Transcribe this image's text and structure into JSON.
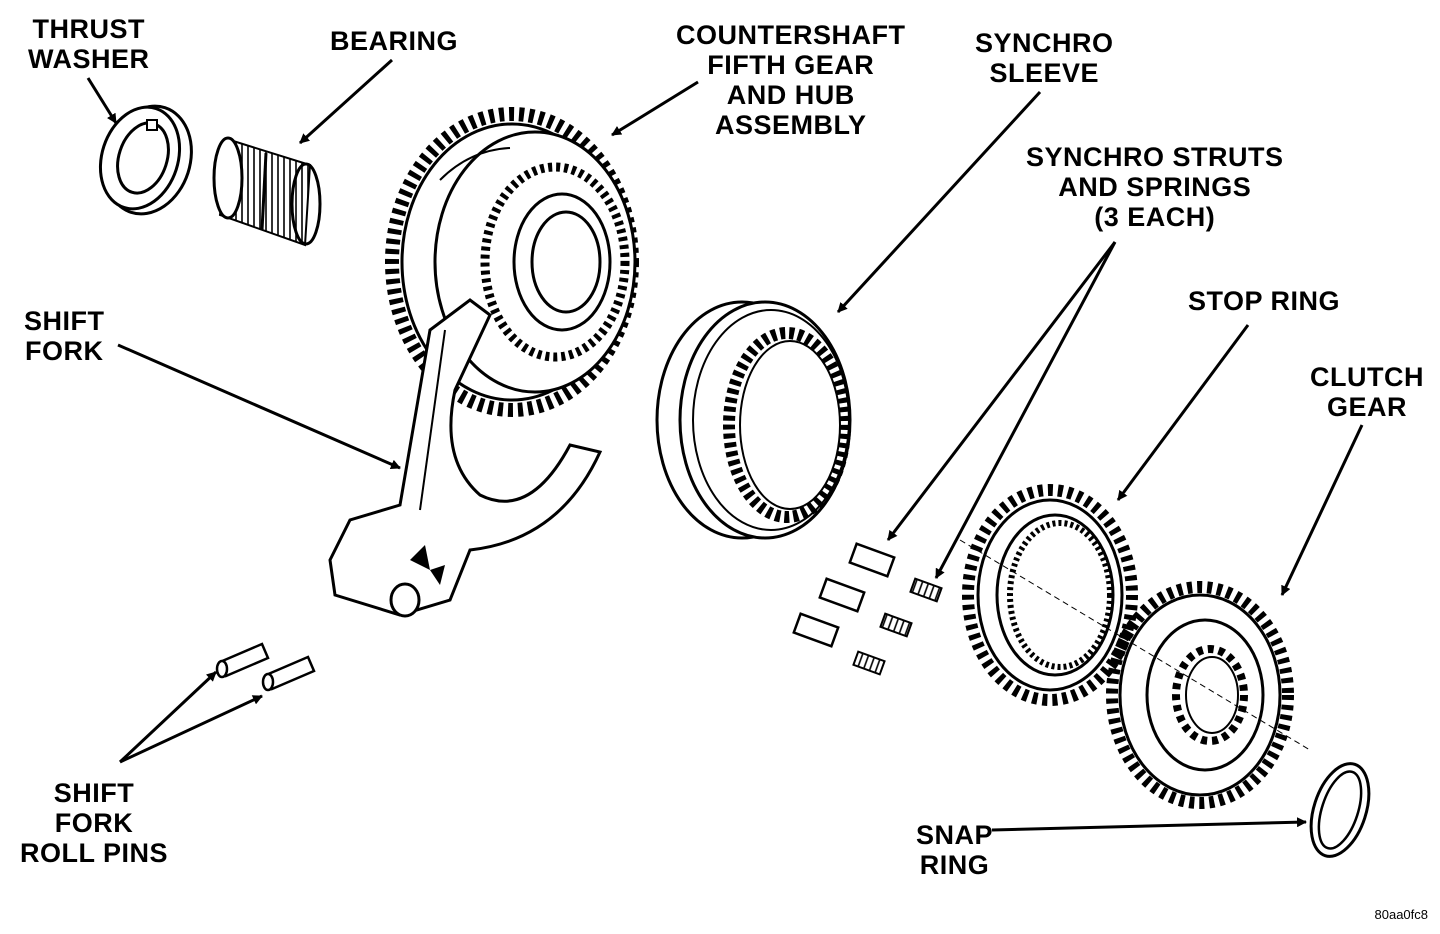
{
  "labels": {
    "thrust_washer": [
      "THRUST",
      "WASHER"
    ],
    "bearing": [
      "BEARING"
    ],
    "countershaft": [
      "COUNTERSHAFT",
      "FIFTH GEAR",
      "AND HUB",
      "ASSEMBLY"
    ],
    "synchro_sleeve": [
      "SYNCHRO",
      "SLEEVE"
    ],
    "synchro_struts": [
      "SYNCHRO STRUTS",
      "AND SPRINGS",
      "(3 EACH)"
    ],
    "stop_ring": [
      "STOP RING"
    ],
    "clutch_gear": [
      "CLUTCH",
      "GEAR"
    ],
    "shift_fork": [
      "SHIFT",
      "FORK"
    ],
    "roll_pins": [
      "SHIFT",
      "FORK",
      "ROLL PINS"
    ],
    "snap_ring": [
      "SNAP",
      "RING"
    ]
  },
  "figure_code": "80aa0fc8",
  "colors": {
    "ink": "#000000",
    "paper": "#ffffff"
  }
}
